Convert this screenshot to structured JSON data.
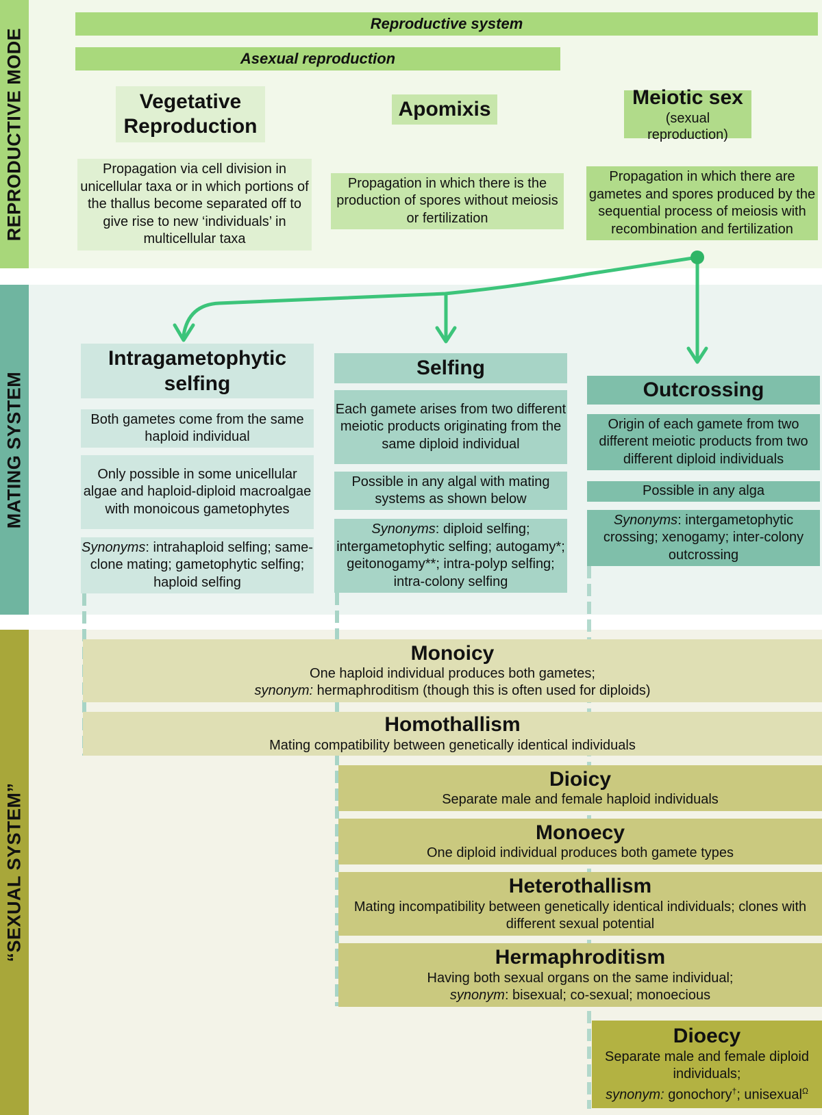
{
  "side_labels": {
    "reproductive_mode": "REPRODUCTIVE MODE",
    "mating_system": "MATING SYSTEM",
    "sexual_system": "“SEXUAL SYSTEM”"
  },
  "reproductive_mode": {
    "system_bar": "Reproductive system",
    "asexual_bar": "Asexual reproduction",
    "vegetative": {
      "title_line1": "Vegetative",
      "title_line2": "Reproduction",
      "description": "Propagation via cell division in unicellular taxa or in which portions of the thallus become separated off to give rise to new ‘individuals’ in multicellular taxa"
    },
    "apomixis": {
      "title": "Apomixis",
      "description": "Propagation in which there is the production of spores without meiosis or fertilization"
    },
    "meiotic_sex": {
      "title": "Meiotic sex",
      "subtitle": "(sexual reproduction)",
      "description": "Propagation in which there are gametes and spores produced by the sequential process of meiosis with recombination and fertilization"
    }
  },
  "mating_system": {
    "intragametophytic": {
      "title_line1": "Intragametophytic",
      "title_line2": "selfing",
      "definition": "Both gametes come from the same haploid individual",
      "occurrence": "Only possible in some unicellular algae and haploid-diploid macroalgae with monoicous gametophytes",
      "synonyms_label": "Synonyms",
      "synonyms": ": intrahaploid selfing; same-clone mating; gametophytic selfing; haploid selfing"
    },
    "selfing": {
      "title": "Selfing",
      "definition": "Each gamete arises from two different meiotic products originating from the same diploid individual",
      "occurrence": "Possible in any algal with mating systems as shown below",
      "synonyms_label": "Synonyms",
      "synonyms": ": diploid selfing; intergametophytic selfing; autogamy*; geitonogamy**; intra-polyp selfing; intra-colony selfing"
    },
    "outcrossing": {
      "title": "Outcrossing",
      "definition": "Origin of each gamete from two different meiotic products from two different diploid individuals",
      "occurrence": "Possible in any alga",
      "synonyms_label": "Synonyms",
      "synonyms": ": intergametophytic crossing; xenogamy; inter-colony outcrossing"
    }
  },
  "sexual_system": {
    "monoicy": {
      "title": "Monoicy",
      "line1": "One haploid individual produces both gametes;",
      "synonym_label": "synonym:",
      "synonym": " hermaphroditism (though this is often used for diploids)"
    },
    "homothallism": {
      "title": "Homothallism",
      "line1": "Mating compatibility between genetically identical individuals"
    },
    "dioicy": {
      "title": "Dioicy",
      "line1": "Separate male and female haploid individuals"
    },
    "monoecy": {
      "title": "Monoecy",
      "line1": "One diploid individual produces both gamete types"
    },
    "heterothallism": {
      "title": "Heterothallism",
      "line1": "Mating incompatibility between genetically identical individuals; clones with different sexual potential"
    },
    "hermaphroditism": {
      "title": "Hermaphroditism",
      "line1": "Having both sexual organs on the same individual;",
      "synonym_label": "synonym",
      "synonym": ": bisexual; co-sexual; monoecious"
    },
    "dioecy": {
      "title": "Dioecy",
      "line1": "Separate male and female diploid individuals;",
      "synonym_label": "synonym:",
      "synonym_a": " gonochory",
      "sup_a": "†",
      "synonym_b": "; unisexual",
      "sup_b": "Ω"
    }
  },
  "colors": {
    "reproductive_accent": "#a8d77a",
    "mating_accent": "#6fb5a0",
    "sexual_accent": "#a8a73a",
    "arrow_green": "#3cc47a"
  }
}
